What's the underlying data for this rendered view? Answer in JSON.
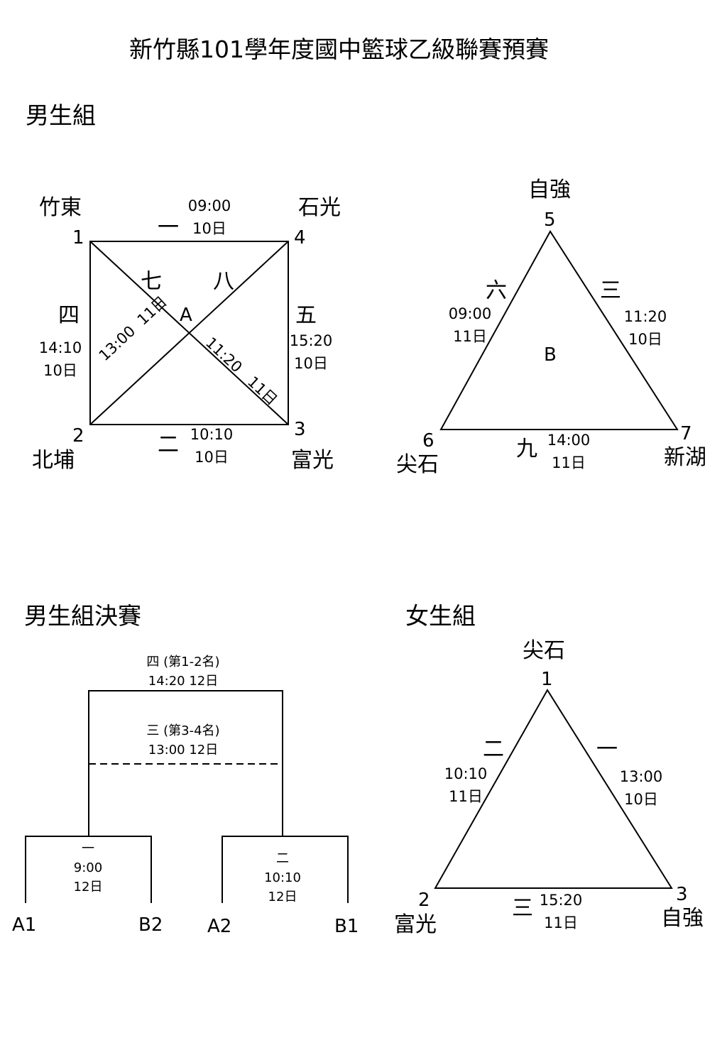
{
  "title": "新竹縣101學年度國中籃球乙級聯賽預賽",
  "boys": {
    "heading": "男生組",
    "group_a": {
      "label": "A",
      "teams": [
        {
          "num": "1",
          "name": "竹東"
        },
        {
          "num": "2",
          "name": "北埔"
        },
        {
          "num": "3",
          "name": "富光"
        },
        {
          "num": "4",
          "name": "石光"
        }
      ],
      "matches": {
        "top": {
          "round": "一",
          "time": "09:00",
          "day": "10日"
        },
        "bottom": {
          "round": "二",
          "time": "10:10",
          "day": "10日"
        },
        "left": {
          "round": "四",
          "time": "14:10",
          "day": "10日"
        },
        "right": {
          "round": "五",
          "time": "15:20",
          "day": "10日"
        },
        "diag_2_4": {
          "round": "七",
          "time": "13:00",
          "day": "11日"
        },
        "diag_1_3": {
          "round": "八",
          "time": "11:20",
          "day": "11日"
        }
      }
    },
    "group_b": {
      "label": "B",
      "teams": [
        {
          "num": "5",
          "name": "自強"
        },
        {
          "num": "6",
          "name": "尖石"
        },
        {
          "num": "7",
          "name": "新湖"
        }
      ],
      "matches": {
        "left": {
          "round": "六",
          "time": "09:00",
          "day": "11日"
        },
        "right": {
          "round": "三",
          "time": "11:20",
          "day": "10日"
        },
        "bottom": {
          "round": "九",
          "time": "14:00",
          "day": "11日"
        }
      }
    }
  },
  "finals": {
    "heading": "男生組決賽",
    "final": {
      "text": "四  (第1-2名)",
      "time": "14:20  12日"
    },
    "third": {
      "text": "三  (第3-4名)",
      "time": "13:00  12日"
    },
    "semi1": {
      "round": "一",
      "time": "9:00",
      "day": "12日",
      "left": "A1",
      "right": "B2"
    },
    "semi2": {
      "round": "二",
      "time": "10:10",
      "day": "12日",
      "left": "A2",
      "right": "B1"
    }
  },
  "girls": {
    "heading": "女生組",
    "teams": [
      {
        "num": "1",
        "name": "尖石"
      },
      {
        "num": "2",
        "name": "富光"
      },
      {
        "num": "3",
        "name": "自強"
      }
    ],
    "matches": {
      "left": {
        "round": "二",
        "time": "10:10",
        "day": "11日"
      },
      "right": {
        "round": "一",
        "time": "13:00",
        "day": "10日"
      },
      "bottom": {
        "round": "三",
        "time": "15:20",
        "day": "11日"
      }
    }
  }
}
